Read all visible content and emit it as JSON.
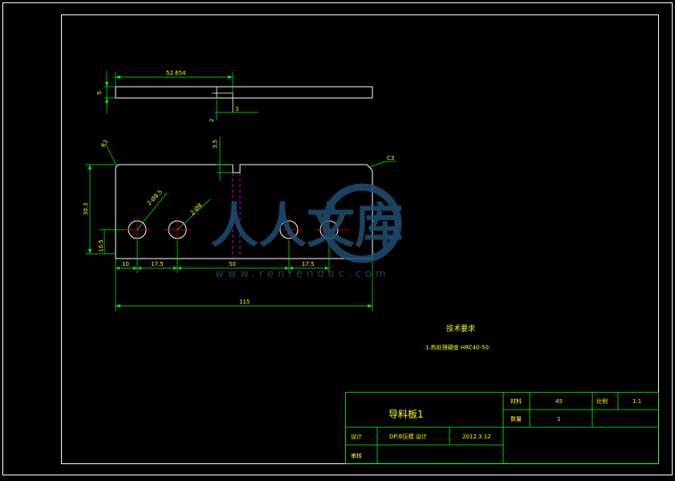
{
  "drawing": {
    "dimensions": {
      "top_length": "52.654",
      "plate_thickness": "5",
      "step_3": "3",
      "step_2": "2",
      "slot_depth": "3.5",
      "corner_left": "R3",
      "corner_right": "C3",
      "height": "30.3",
      "hole_center_height": "10.5",
      "hole_spec_1": "2-Ø8.5",
      "hole_spec_2": "2-Ø8",
      "offset_10": "10",
      "spacing_175_left": "17.5",
      "spacing_50": "50",
      "spacing_175_right": "17.5",
      "overall_length": "115"
    },
    "notes": {
      "heading": "技术要求",
      "line1": "1.热处理硬度 HRC40-50."
    }
  },
  "title_block": {
    "part_name": "导料板1",
    "material_label": "材料",
    "material_value": "45",
    "scale_label": "比例",
    "scale_value": "1:1",
    "qty_label": "数量",
    "qty_value": "1",
    "design_label": "设计",
    "designer": "DP冲压模 设计",
    "date": "2012.3.12",
    "review_label": "审核"
  },
  "watermark": {
    "text": "人人文库",
    "url": "www.renrendoc.com"
  },
  "colors": {
    "background": "#000000",
    "border": "#ffffff",
    "geometry": "#ffffff",
    "dimension": "#00ff00",
    "dimension_text": "#ffff00",
    "centerline": "#ff0000",
    "hidden_line": "#ff00ff",
    "watermark": "#1e4f73"
  }
}
